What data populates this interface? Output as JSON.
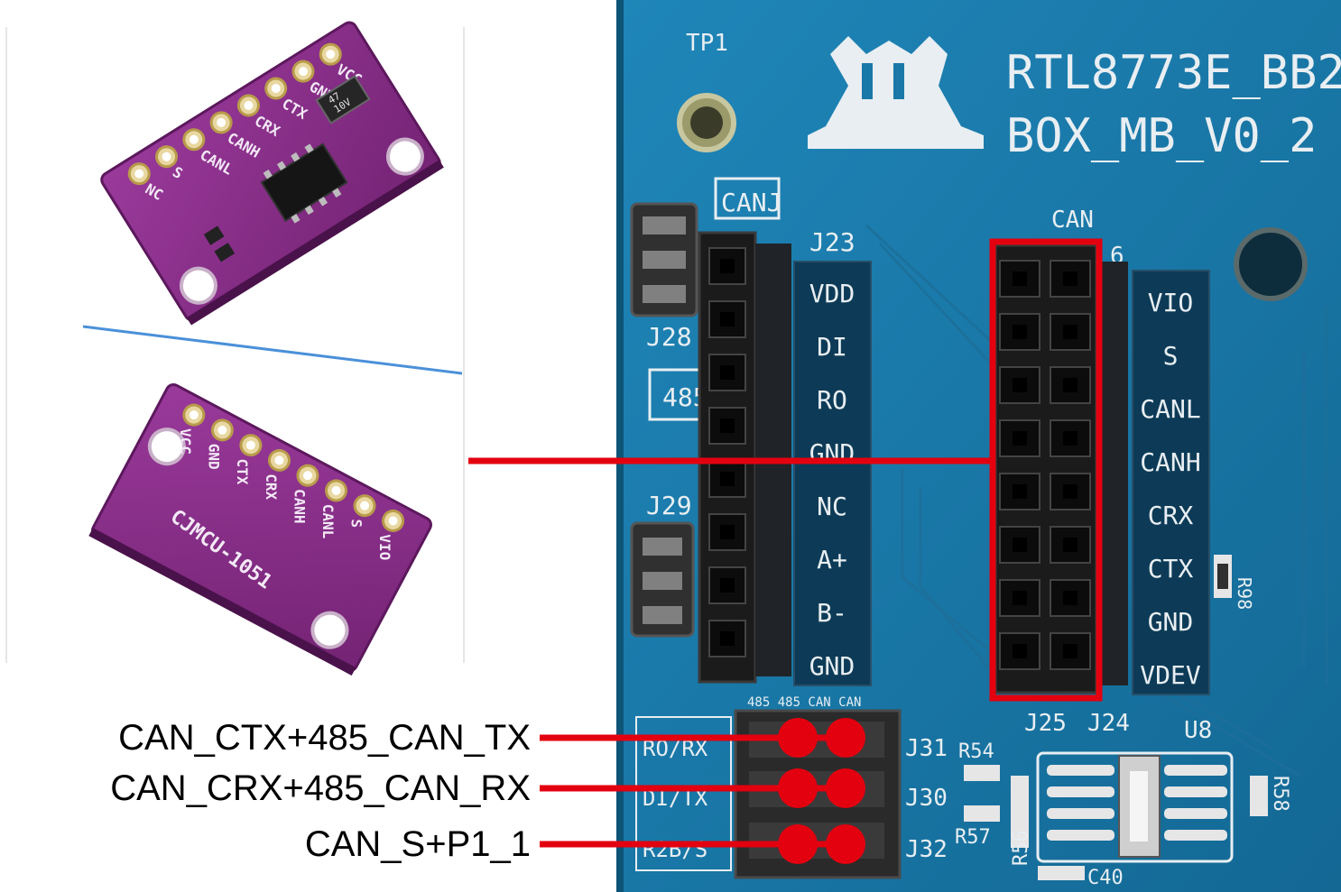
{
  "colors": {
    "board": "#1a78a8",
    "board_dark": "#0f5f89",
    "module": "#8e2d8e",
    "module_dark": "#6f1f70",
    "header": "#1b1b1b",
    "highlight": "#e3000f"
  },
  "module_top": {
    "pins": [
      "NC",
      "S",
      "CANL",
      "CANH",
      "CRX",
      "CTX",
      "GND",
      "VCC"
    ],
    "cap_label": "47\n10V"
  },
  "module_bottom": {
    "pins": [
      "VCC",
      "GND",
      "CTX",
      "CRX",
      "CANH",
      "CANL",
      "S",
      "VIO"
    ],
    "name": "CJMCU-1051"
  },
  "board": {
    "title_line1": "RTL8773E_BB2",
    "title_line2": "BOX_MB_V0_2",
    "tp_label": "TP1",
    "j23": {
      "name": "J23",
      "pins": [
        "VDD",
        "DI",
        "RO",
        "GND",
        "NC",
        "A+",
        "B-",
        "GND"
      ]
    },
    "j24_j25": {
      "title": "CAN",
      "j25": "J25",
      "j24": "J24",
      "partial": "6",
      "pins": [
        "VIO",
        "S",
        "CANL",
        "CANH",
        "CRX",
        "CTX",
        "GND",
        "VDEV"
      ]
    },
    "labels": {
      "can_box": "CANJ",
      "j28": "J28",
      "j29": "J29",
      "box485": "485",
      "j31": "J31",
      "j30": "J30",
      "j32": "J32",
      "r54": "R54",
      "r57": "R57",
      "r56": "R56",
      "c40": "C40",
      "r58": "R58",
      "r98": "R98",
      "u8": "U8",
      "row1": "RO/RX",
      "row2": "DI/TX",
      "row3": "R2B/S",
      "jumper_top": "485  485 CAN CAN"
    }
  },
  "annotations": [
    "CAN_CTX+485_CAN_TX",
    "CAN_CRX+485_CAN_RX",
    "CAN_S+P1_1"
  ]
}
